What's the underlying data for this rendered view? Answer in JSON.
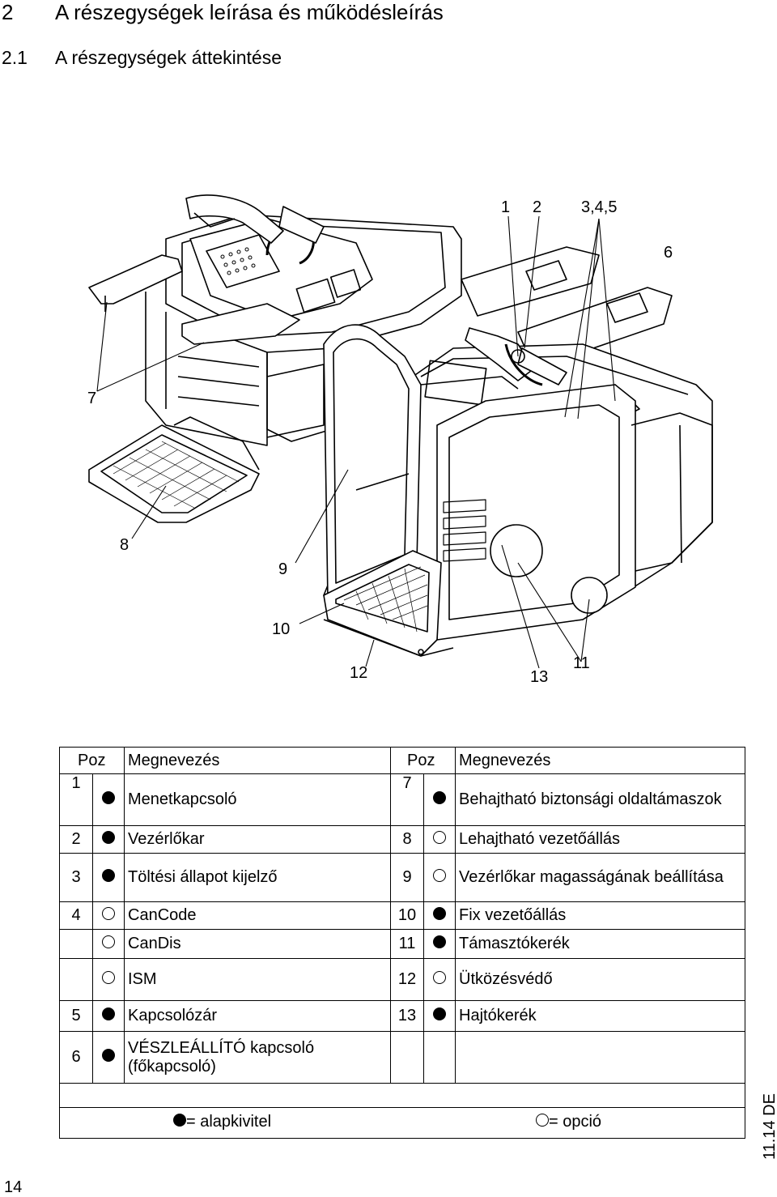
{
  "header": {
    "section_num": "2",
    "section_title": "A részegységek leírása és működésleírás",
    "subsection_num": "2.1",
    "subsection_title": "A részegységek áttekintése"
  },
  "figure": {
    "callouts": {
      "c1": "1",
      "c2": "2",
      "c345": "3,4,5",
      "c6": "6",
      "c7": "7",
      "c8": "8",
      "c9": "9",
      "c10": "10",
      "c11": "11",
      "c12": "12",
      "c13": "13"
    }
  },
  "table": {
    "headers": {
      "pos_left": "Poz",
      "name_left": "Megnevezés",
      "pos_right": "Poz",
      "name_right": "Megnevezés"
    },
    "rows": [
      {
        "lp": "1",
        "lm": "dot",
        "ln": "Menetkapcsoló",
        "rp": "7",
        "rm": "dot",
        "rn": "Behajtható biztonsági oldaltámaszok"
      },
      {
        "lp": "2",
        "lm": "dot",
        "ln": "Vezérlőkar",
        "rp": "8",
        "rm": "ring",
        "rn": "Lehajtható vezetőállás"
      },
      {
        "lp": "3",
        "lm": "dot",
        "ln": "Töltési állapot kijelző",
        "rp": "9",
        "rm": "ring",
        "rn": "Vezérlőkar magasságának beállítása"
      },
      {
        "lp": "4",
        "lm": "ring",
        "ln": "CanCode",
        "rp": "10",
        "rm": "dot",
        "rn": "Fix vezetőállás"
      },
      {
        "lp": "",
        "lm": "ring",
        "ln": "CanDis",
        "rp": "11",
        "rm": "dot",
        "rn": "Támasztókerék"
      },
      {
        "lp": "",
        "lm": "ring",
        "ln": "ISM",
        "rp": "12",
        "rm": "ring",
        "rn": "Ütközésvédő"
      },
      {
        "lp": "5",
        "lm": "dot",
        "ln": "Kapcsolózár",
        "rp": "13",
        "rm": "dot",
        "rn": "Hajtókerék"
      },
      {
        "lp": "6",
        "lm": "dot",
        "ln": "VÉSZLEÁLLÍTÓ kapcsoló (főkapcsoló)",
        "rp": "",
        "rm": "",
        "rn": ""
      }
    ],
    "legend": {
      "standard": "= alapkivitel",
      "option": "= opció"
    }
  },
  "footer": {
    "page_number": "14",
    "doc_code": "11.14 DE"
  }
}
